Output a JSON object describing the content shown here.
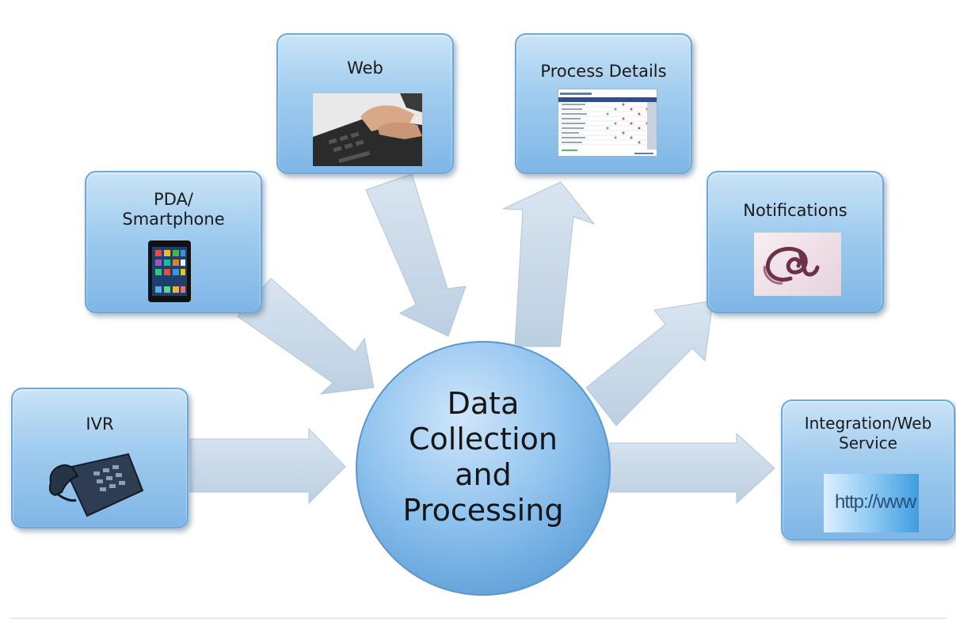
{
  "center": {
    "label": "Data\nCollection\nand\nProcessing"
  },
  "inputs": [
    {
      "id": "ivr",
      "label": "IVR",
      "icon": "desk-phone-icon"
    },
    {
      "id": "pda",
      "label": "PDA/\nSmartphone",
      "icon": "smartphone-icon"
    },
    {
      "id": "web",
      "label": "Web",
      "icon": "laptop-typing-icon"
    }
  ],
  "outputs": [
    {
      "id": "process-details",
      "label": "Process Details",
      "icon": "spreadsheet-icon"
    },
    {
      "id": "notifications",
      "label": "Notifications",
      "icon": "email-at-icon"
    },
    {
      "id": "integration",
      "label": "Integration/Web\nService",
      "icon": "http-url-icon",
      "icon_text": "http://www"
    }
  ],
  "colors": {
    "node_fill": "#9fcbee",
    "node_border": "#6ea8db",
    "arrow_fill": "#c9d9e8",
    "center_fill": "#8cc0ec"
  }
}
